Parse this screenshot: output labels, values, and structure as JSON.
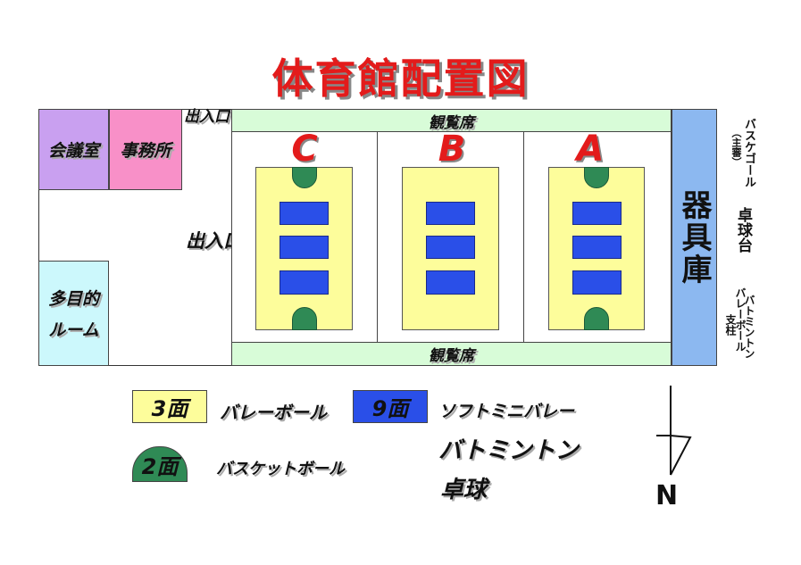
{
  "title": "体育館配置図",
  "rooms": {
    "meeting_room": "会議室",
    "office": "事務所",
    "multipurpose_line1": "多目的",
    "multipurpose_line2": "ルーム",
    "storage": "器具庫"
  },
  "entrances": {
    "top": "出入口",
    "middle": "出入口"
  },
  "seating": {
    "top": "観覧席",
    "bottom": "観覧席"
  },
  "courts": [
    "C",
    "B",
    "A"
  ],
  "side_labels": {
    "basket_goal": "バスケゴール",
    "basket_goal_note": "（主審）",
    "table_tennis": "卓球台",
    "volley_post": "バレーボール",
    "badminton_post": "バトミントン",
    "post_suffix": "支柱"
  },
  "legend": {
    "yellow_count": "3面",
    "yellow_label": "バレーボール",
    "green_count": "2面",
    "green_label": "バスケットボール",
    "blue_count": "9面",
    "blue_label_1": "ソフトミニバレー",
    "blue_label_2": "バトミントン",
    "blue_label_3": "卓球"
  },
  "compass": "N",
  "colors": {
    "title": "#e31b1b",
    "meeting_room": "#c9a0f0",
    "office": "#f890c8",
    "multipurpose": "#ccf8fc",
    "seating": "#d8fcd8",
    "storage": "#8cb8f0",
    "court": "#fdfd9b",
    "net": "#2a4fe8",
    "hoop": "#2f8a55"
  }
}
